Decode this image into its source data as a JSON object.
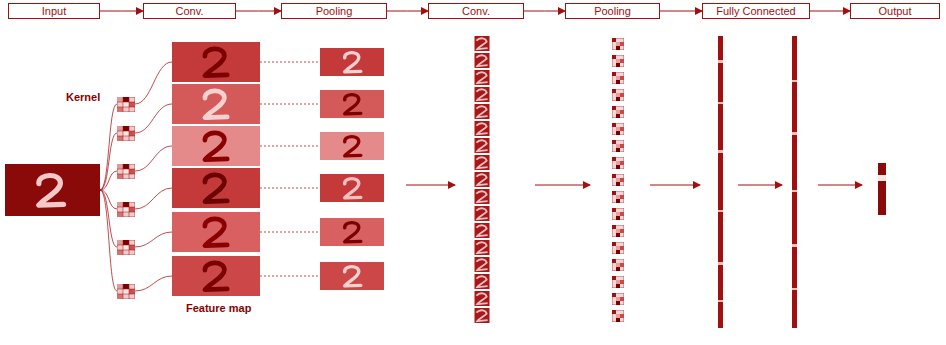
{
  "diagram": {
    "nodes": [
      {
        "text": [
          "Input"
        ]
      },
      {
        "text": [
          "Conv."
        ]
      },
      {
        "text": [
          "Pooling"
        ]
      },
      {
        "text": [
          "Conv."
        ]
      },
      {
        "text": [
          "Pooling"
        ]
      },
      {
        "text": [
          "Fully Connected"
        ]
      },
      {
        "text": [
          "Output"
        ]
      }
    ],
    "edges": [
      {
        "from": 0,
        "to": 1,
        "arrow": "to"
      },
      {
        "from": 1,
        "to": 2,
        "arrow": "to"
      },
      {
        "from": 2,
        "to": 3,
        "arrow": "to"
      },
      {
        "from": 3,
        "to": 4,
        "arrow": "to"
      },
      {
        "from": 4,
        "to": 5,
        "arrow": "to"
      },
      {
        "from": 5,
        "to": 6,
        "arrow": "to"
      }
    ],
    "labels": [
      "Kernel",
      "Feature map"
    ]
  }
}
